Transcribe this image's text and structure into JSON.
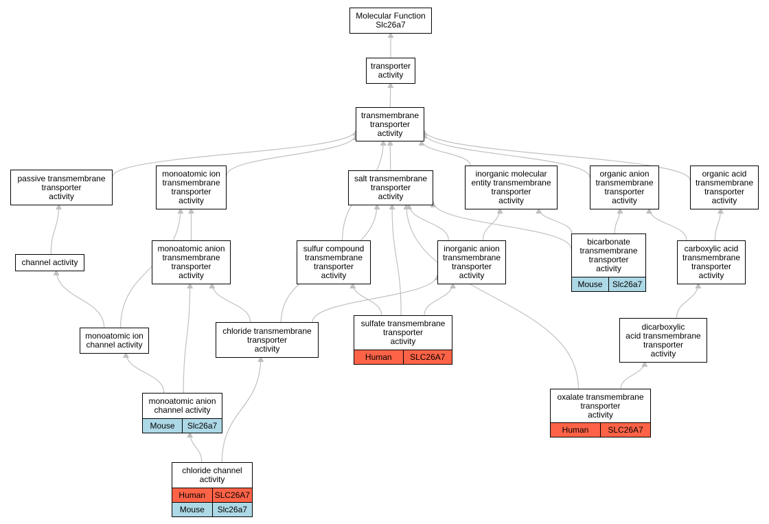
{
  "colors": {
    "edge": "#c0c0c0",
    "human": "#ff6347",
    "mouse": "#add8e6"
  },
  "nodes": [
    {
      "id": "mf",
      "lines": [
        "Molecular Function",
        "Slc26a7"
      ]
    },
    {
      "id": "ta",
      "lines": [
        "transporter",
        "activity"
      ]
    },
    {
      "id": "tta",
      "lines": [
        "transmembrane",
        "transporter",
        "activity"
      ]
    },
    {
      "id": "ptta",
      "lines": [
        "passive transmembrane",
        "transporter",
        "activity"
      ]
    },
    {
      "id": "mitt",
      "lines": [
        "monoatomic ion",
        "transmembrane",
        "transporter",
        "activity"
      ]
    },
    {
      "id": "stta",
      "lines": [
        "salt transmembrane",
        "transporter",
        "activity"
      ]
    },
    {
      "id": "imet",
      "lines": [
        "inorganic molecular",
        "entity transmembrane",
        "transporter",
        "activity"
      ]
    },
    {
      "id": "oatt",
      "lines": [
        "organic anion",
        "transmembrane",
        "transporter",
        "activity"
      ]
    },
    {
      "id": "oact",
      "lines": [
        "organic acid",
        "transmembrane",
        "transporter",
        "activity"
      ]
    },
    {
      "id": "ca",
      "lines": [
        "channel activity"
      ]
    },
    {
      "id": "matt",
      "lines": [
        "monoatomic anion",
        "transmembrane",
        "transporter",
        "activity"
      ]
    },
    {
      "id": "sctt",
      "lines": [
        "sulfur compound",
        "transmembrane",
        "transporter",
        "activity"
      ]
    },
    {
      "id": "iatt",
      "lines": [
        "inorganic anion",
        "transmembrane",
        "transporter",
        "activity"
      ]
    },
    {
      "id": "bctt",
      "lines": [
        "bicarbonate",
        "transmembrane",
        "transporter",
        "activity"
      ],
      "rows": [
        [
          "Mouse",
          "Slc26a7"
        ]
      ]
    },
    {
      "id": "catt",
      "lines": [
        "carboxylic acid",
        "transmembrane",
        "transporter",
        "activity"
      ]
    },
    {
      "id": "mica",
      "lines": [
        "monoatomic ion",
        "channel activity"
      ]
    },
    {
      "id": "cltt",
      "lines": [
        "chloride transmembrane",
        "transporter",
        "activity"
      ]
    },
    {
      "id": "sftt",
      "lines": [
        "sulfate transmembrane",
        "transporter",
        "activity"
      ],
      "rows": [
        [
          "Human",
          "SLC26A7"
        ]
      ]
    },
    {
      "id": "dctt",
      "lines": [
        "dicarboxylic",
        "acid transmembrane",
        "transporter",
        "activity"
      ]
    },
    {
      "id": "maca",
      "lines": [
        "monoatomic anion",
        "channel activity"
      ],
      "rows": [
        [
          "Mouse",
          "Slc26a7"
        ]
      ]
    },
    {
      "id": "oxtt",
      "lines": [
        "oxalate transmembrane",
        "transporter",
        "activity"
      ],
      "rows": [
        [
          "Human",
          "SLC26A7"
        ]
      ]
    },
    {
      "id": "clca",
      "lines": [
        "chloride channel",
        "activity"
      ],
      "rows": [
        [
          "Human",
          "SLC26A7"
        ],
        [
          "Mouse",
          "Slc26a7"
        ]
      ]
    }
  ],
  "edges": [
    [
      "ta",
      "mf"
    ],
    [
      "tta",
      "ta"
    ],
    [
      "ptta",
      "tta"
    ],
    [
      "mitt",
      "tta"
    ],
    [
      "stta",
      "tta"
    ],
    [
      "imet",
      "tta"
    ],
    [
      "oatt",
      "tta"
    ],
    [
      "oact",
      "tta"
    ],
    [
      "sctt",
      "tta"
    ],
    [
      "ca",
      "ptta"
    ],
    [
      "mica",
      "ca"
    ],
    [
      "mica",
      "mitt"
    ],
    [
      "matt",
      "mitt"
    ],
    [
      "cltt",
      "matt"
    ],
    [
      "maca",
      "matt"
    ],
    [
      "cltt",
      "stta"
    ],
    [
      "cltt",
      "iatt"
    ],
    [
      "maca",
      "mica"
    ],
    [
      "sftt",
      "sctt"
    ],
    [
      "sftt",
      "stta"
    ],
    [
      "sftt",
      "iatt"
    ],
    [
      "iatt",
      "imet"
    ],
    [
      "iatt",
      "stta"
    ],
    [
      "bctt",
      "imet"
    ],
    [
      "bctt",
      "oatt"
    ],
    [
      "bctt",
      "stta"
    ],
    [
      "catt",
      "oatt"
    ],
    [
      "catt",
      "oact"
    ],
    [
      "dctt",
      "catt"
    ],
    [
      "oxtt",
      "dctt"
    ],
    [
      "oxtt",
      "stta"
    ],
    [
      "clca",
      "maca"
    ],
    [
      "clca",
      "cltt"
    ]
  ]
}
